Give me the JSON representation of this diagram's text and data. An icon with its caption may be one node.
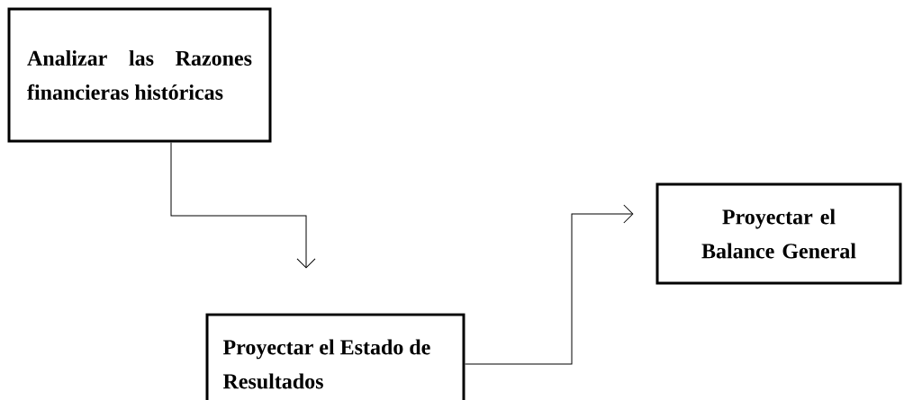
{
  "diagram": {
    "nodes": [
      {
        "text": [
          "Analizar las Razones financieras históricas"
        ]
      },
      {
        "text": [
          "Proyectar el Estado de Resultados"
        ]
      },
      {
        "text": [
          "Proyectar el Balance General"
        ]
      }
    ],
    "edges": [
      {
        "from": 0,
        "to": 1,
        "arrow": "to"
      },
      {
        "from": 1,
        "to": 2,
        "arrow": "to"
      }
    ]
  }
}
